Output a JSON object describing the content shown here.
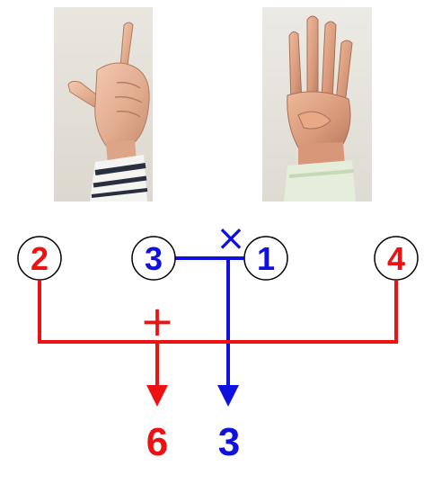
{
  "left_hand": {
    "numbers": [
      "2",
      "3"
    ]
  },
  "right_hand": {
    "numbers": [
      "1",
      "4"
    ]
  },
  "operators": {
    "multiply": "×",
    "add": "+"
  },
  "results": {
    "sum": "6",
    "product": "3"
  },
  "colors": {
    "red": "#ee1111",
    "blue": "#1111dd",
    "circle_outline": "#000000"
  },
  "icons": {
    "left_photo": "hand-showing-two-three-gesture-icon",
    "right_photo": "hand-showing-four-fingers-icon"
  }
}
